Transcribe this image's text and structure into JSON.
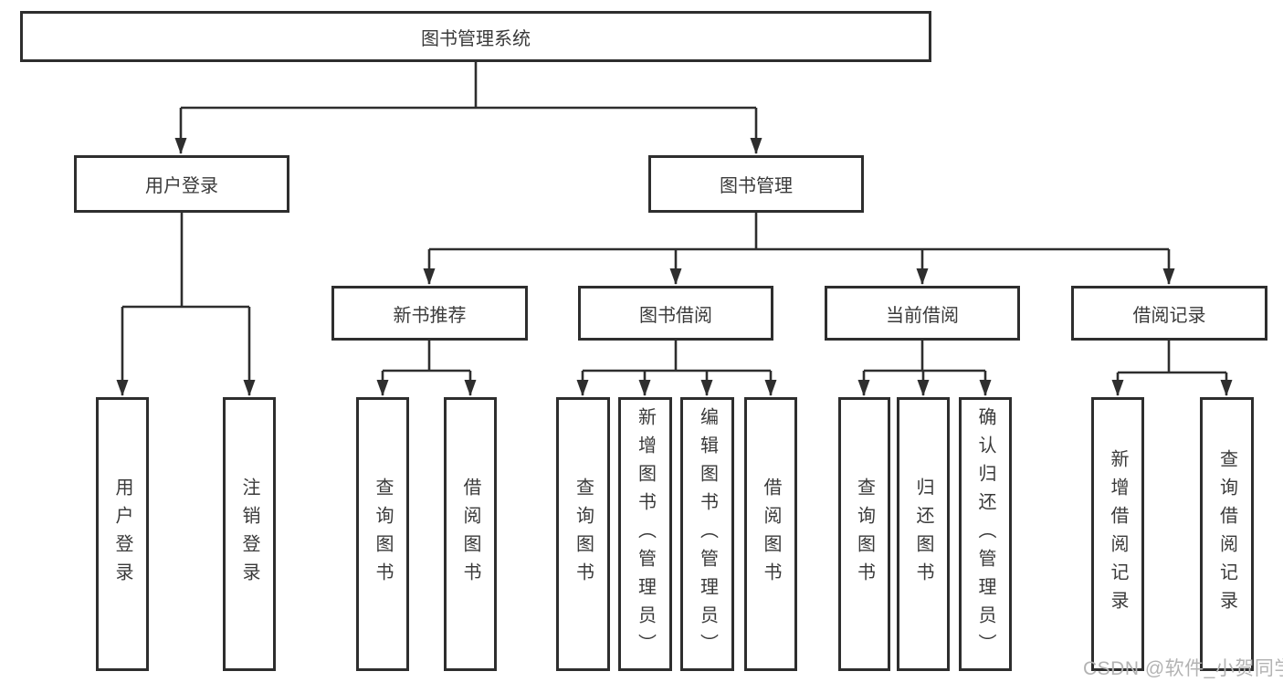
{
  "diagram_type": "feature-breakdown-tree",
  "tree": {
    "label": "图书管理系统",
    "children": [
      {
        "label": "用户登录",
        "children": [
          {
            "label": "用户登录"
          },
          {
            "label": "注销登录"
          }
        ]
      },
      {
        "label": "图书管理",
        "children": [
          {
            "label": "新书推荐",
            "children": [
              {
                "label": "查询图书"
              },
              {
                "label": "借阅图书"
              }
            ]
          },
          {
            "label": "图书借阅",
            "children": [
              {
                "label": "查询图书"
              },
              {
                "label": "新增图书（管理员）"
              },
              {
                "label": "编辑图书（管理员）"
              },
              {
                "label": "借阅图书"
              }
            ]
          },
          {
            "label": "当前借阅",
            "children": [
              {
                "label": "查询图书"
              },
              {
                "label": "归还图书"
              },
              {
                "label": "确认归还（管理员）"
              }
            ]
          },
          {
            "label": "借阅记录",
            "children": [
              {
                "label": "新增借阅记录"
              },
              {
                "label": "查询借阅记录"
              }
            ]
          }
        ]
      }
    ]
  },
  "watermark": "CSDN @软件_小贺同学",
  "colors": {
    "line": "#2e2e2e",
    "node_border": "#2e2e2e",
    "node_text": "#3a3a3a",
    "watermark": "#b3b3b3",
    "background": "#ffffff"
  }
}
